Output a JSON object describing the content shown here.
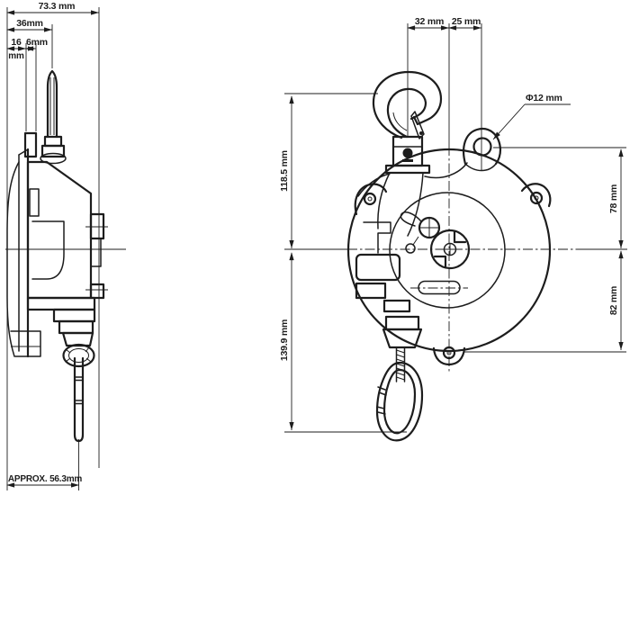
{
  "colors": {
    "line": "#1d1d1d",
    "background": "#ffffff"
  },
  "dims": {
    "overall_width": "73.3 mm",
    "hook_center_width": "36mm",
    "offset_16_value": "16",
    "offset_16_unit": "mm",
    "offset_6": "6mm",
    "hook_to_center": "32 mm",
    "center_to_eyelet": "25 mm",
    "eyelet_diameter": "Φ12 mm",
    "top_to_center": "118.5 mm",
    "center_to_hook_bottom": "139.9 mm",
    "eyelet_to_center": "78 mm",
    "center_to_bottom_ear": "82 mm",
    "depth": "APPROX. 56.3mm"
  }
}
